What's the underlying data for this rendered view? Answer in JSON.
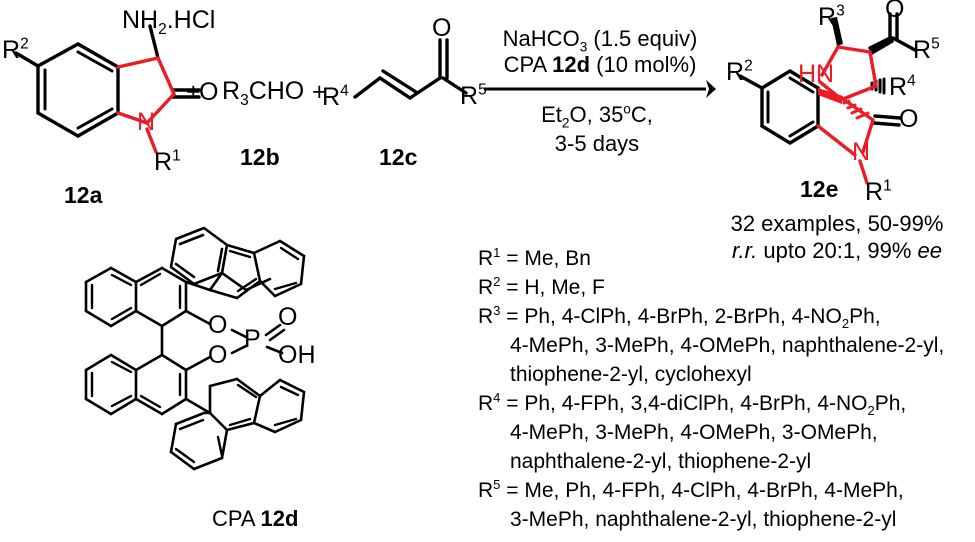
{
  "scheme": {
    "colors": {
      "bond_black": "#000000",
      "bond_red": "#ED1B24",
      "background": "#ffffff"
    },
    "plus_1": "+",
    "plus_2": "+"
  },
  "reactant_oxindole": {
    "label": "12a",
    "amine_group": "NH",
    "amine_sub": "2",
    "amine_salt": ".HCl",
    "r2": "R",
    "r2_sup": "2",
    "ring_n": "N",
    "r1": "R",
    "r1_sup": "1",
    "carbonyl_o": "O"
  },
  "reactant_aldehyde": {
    "label": "12b",
    "formula_pre": "R",
    "formula_sub": "3",
    "formula_post": "CHO"
  },
  "reactant_enone": {
    "label": "12c",
    "r4": "R",
    "r4_sup": "4",
    "r5": "R",
    "r5_sup": "5",
    "carbonyl_o": "O"
  },
  "arrow_conditions": {
    "above_line_1_pre": "NaHCO",
    "above_line_1_sub": "3",
    "above_line_1_post": " (1.5 equiv)",
    "above_line_2_pre": "CPA ",
    "above_line_2_bold": "12d",
    "above_line_2_post": " (10 mol%)",
    "below_line_1_pre": "Et",
    "below_line_1_sub": "2",
    "below_line_1_post": "O, 35",
    "below_line_1_deg": "o",
    "below_line_1_tail": "C,",
    "below_line_2": "3-5 days"
  },
  "product": {
    "label": "12e",
    "r3": "R",
    "r3_sup": "3",
    "r5": "R",
    "r5_sup": "5",
    "r4": "R",
    "r4_sup": "4",
    "r2": "R",
    "r2_sup": "2",
    "r1": "R",
    "r1_sup": "1",
    "hn": "HN",
    "ring_n": "N",
    "ketone_o": "O",
    "amide_o": "O"
  },
  "results": {
    "line1": "32 examples, 50-99%",
    "line2_italic_1": "r.r.",
    "line2_mid": " upto 20:1, 99% ",
    "line2_italic_2": "ee"
  },
  "catalyst": {
    "caption_pre": "CPA ",
    "caption_bold": "12d",
    "atom_o_top": "O",
    "atom_o_bottom": "O",
    "atom_p": "P",
    "atom_o_double": "O",
    "atom_oh": "OH"
  },
  "substituents": [
    {
      "key": "R1",
      "symbol": "R",
      "sup": "1",
      "eq": "=",
      "lines": [
        "Me, Bn"
      ]
    },
    {
      "key": "R2",
      "symbol": "R",
      "sup": "2",
      "eq": "=",
      "lines": [
        "H, Me, F"
      ]
    },
    {
      "key": "R3",
      "symbol": "R",
      "sup": "3",
      "eq": "=",
      "lines": [
        "Ph, 4-ClPh, 4-BrPh, 2-BrPh, 4-NO|2|Ph,",
        "4-MePh, 3-MePh, 4-OMePh, naphthalene-2-yl,",
        "thiophene-2-yl, cyclohexyl"
      ]
    },
    {
      "key": "R4",
      "symbol": "R",
      "sup": "4",
      "eq": "=",
      "lines": [
        "Ph, 4-FPh, 3,4-diClPh, 4-BrPh, 4-NO|2|Ph,",
        "4-MePh, 3-MePh, 4-OMePh, 3-OMePh,",
        "naphthalene-2-yl, thiophene-2-yl"
      ]
    },
    {
      "key": "R5",
      "symbol": "R",
      "sup": "5",
      "eq": "=",
      "lines": [
        "Me, Ph, 4-FPh, 4-ClPh, 4-BrPh, 4-MePh,",
        "3-MePh, naphthalene-2-yl, thiophene-2-yl"
      ]
    }
  ]
}
